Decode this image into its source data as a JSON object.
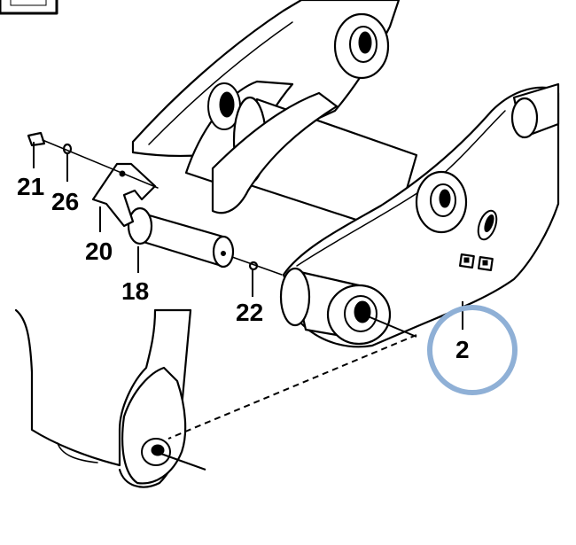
{
  "callouts": {
    "c21": "21",
    "c26": "26",
    "c20": "20",
    "c18": "18",
    "c22": "22",
    "c2": "2"
  },
  "highlight_color": "#8fb0d6"
}
